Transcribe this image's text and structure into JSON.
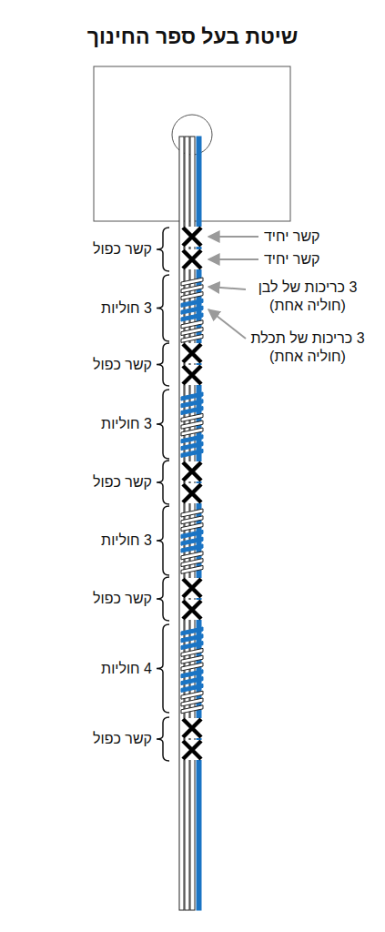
{
  "diagram": {
    "title": "שיטת בעל ספר החינוך",
    "labels": [
      "קשר יחיד",
      "קשר כפול",
      "קשר יחיד",
      "3 כריכות של לבן (חוליה אחת)",
      "3 חוליות",
      "3 כריכות של תכלת (חוליה אחת)",
      "קשר כפול",
      "3 חוליות",
      "קשר כפול",
      "3 חוליות",
      "קשר כפול",
      "4 חוליות",
      "קשר כפול"
    ]
  }
}
